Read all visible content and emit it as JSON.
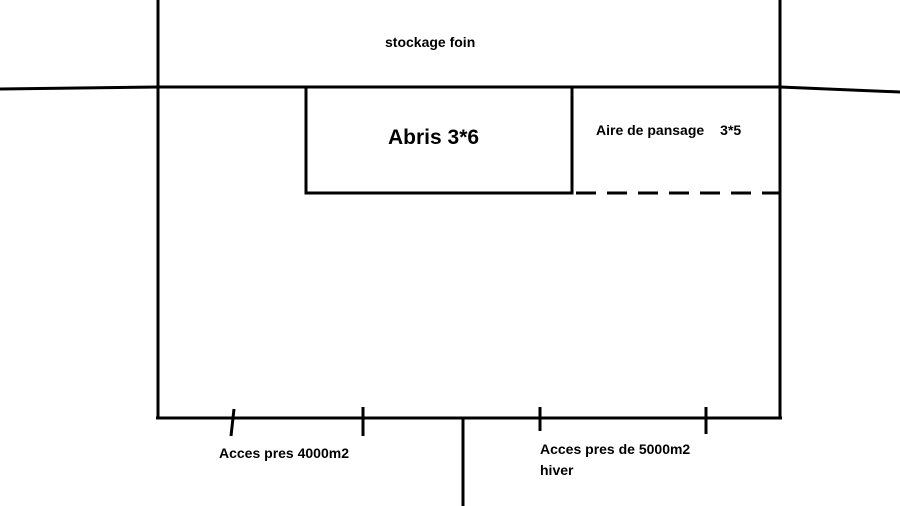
{
  "labels": {
    "hay_storage": "stockage foin",
    "shelter": "Abris 3*6",
    "grooming_area": "Aire de pansage",
    "grooming_area_size": "3*5",
    "access_1": "Acces pres 4000m2",
    "access_2_line1": "Acces pres de 5000m2",
    "access_2_line2": "hiver"
  },
  "colors": {
    "ink": "#000000",
    "background": "#ffffff"
  }
}
